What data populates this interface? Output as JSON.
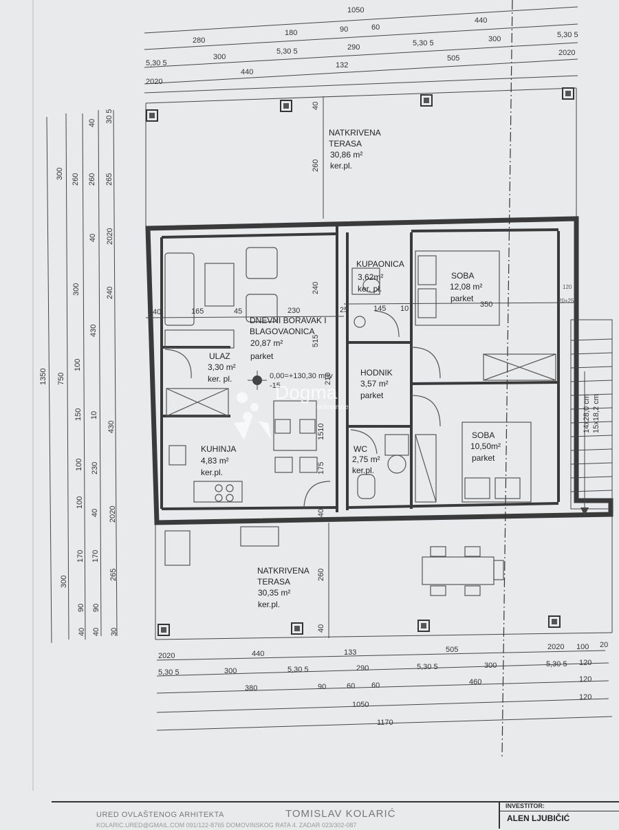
{
  "rooms": {
    "terasa_top": {
      "name1": "NATKRIVENA",
      "name2": "TERASA",
      "area": "30,86 m²",
      "floor": "ker.pl."
    },
    "dnevni": {
      "name1": "DNEVNI BORAVAK I",
      "name2": "BLAGOVAONICA",
      "area": "20,87 m²",
      "floor": "parket"
    },
    "kupaonica": {
      "name": "KUPAONICA",
      "area": "3,62m²",
      "floor": "ker. pl."
    },
    "soba1": {
      "name": "SOBA",
      "area": "12,08 m²",
      "floor": "parket"
    },
    "ulaz": {
      "name": "ULAZ",
      "area": "3,30 m²",
      "floor": "ker. pl."
    },
    "hodnik": {
      "name": "HODNIK",
      "area": "3,57 m²",
      "floor": "parket"
    },
    "kuhinja": {
      "name": "KUHINJA",
      "area": "4,83 m²",
      "floor": "ker.pl."
    },
    "wc": {
      "name": "WC",
      "area": "2,75 m²",
      "floor": "ker.pl."
    },
    "soba2": {
      "name": "SOBA",
      "area": "10,50m²",
      "floor": "parket"
    },
    "terasa_bottom": {
      "name1": "NATKRIVENA",
      "name2": "TERASA",
      "area": "30,35 m²",
      "floor": "ker.pl."
    }
  },
  "level_mark": {
    "line1": "0,00=+130,30 mnv",
    "line2": "-15"
  },
  "stairs": {
    "line1": "14x28,0 cm",
    "line2": "15x18,2 cm"
  },
  "dims_top": {
    "r1": [
      "1050"
    ],
    "r2": [
      "440"
    ],
    "r3": [
      "280",
      "180",
      "90",
      "60"
    ],
    "r4": [
      "300",
      "5,30 5",
      "290",
      "5,30 5",
      "300",
      "5,30 5"
    ],
    "r5": [
      "5,30 5",
      "440",
      "132",
      "505",
      "2020"
    ],
    "r6": [
      "2020"
    ]
  },
  "dims_bottom": {
    "r1": [
      "2020",
      "440",
      "133",
      "505",
      "2020",
      "100",
      "20"
    ],
    "r2": [
      "5,30 5",
      "300",
      "5,30 5",
      "290",
      "5,30 5",
      "300",
      "5,30 5",
      "120"
    ],
    "r3": [
      "380",
      "90",
      "60",
      "60",
      "460",
      "120"
    ],
    "r4": [
      "1050",
      "120"
    ],
    "r5": [
      "1170"
    ]
  },
  "dims_left": {
    "total": "1350",
    "c2": [
      "300",
      "750",
      "300"
    ],
    "c3": [
      "260",
      "300",
      "100",
      "150",
      "100",
      "100",
      "170",
      "90",
      "40"
    ],
    "c4": [
      "40",
      "260",
      "40",
      "430",
      "10",
      "230",
      "40",
      "170",
      "90",
      "40"
    ],
    "c5": [
      "30 5",
      "265",
      "2020",
      "240",
      "430",
      "2020",
      "265",
      "30"
    ]
  },
  "interior_dims": [
    "40",
    "165",
    "45",
    "230",
    "25",
    "145",
    "10",
    "350",
    "240",
    "515",
    "210",
    "1510",
    "175",
    "40",
    "40",
    "260",
    "40",
    "260",
    "120",
    "20+25"
  ],
  "title_block": {
    "office": "URED OVLAŠTENOG ARHITEKTA",
    "architect": "TOMISLAV KOLARIĆ",
    "address": "KOLARIC.URED@GMAIL.COM 091/122-8765 DOMOVINSKOG RATA 4. ZADAR 023/302-087",
    "investor_label": "INVESTITOR:",
    "investor_name": "ALEN LJUBIČIĆ"
  },
  "watermark": {
    "brand": "Dogma",
    "sub": "nekretnine"
  }
}
